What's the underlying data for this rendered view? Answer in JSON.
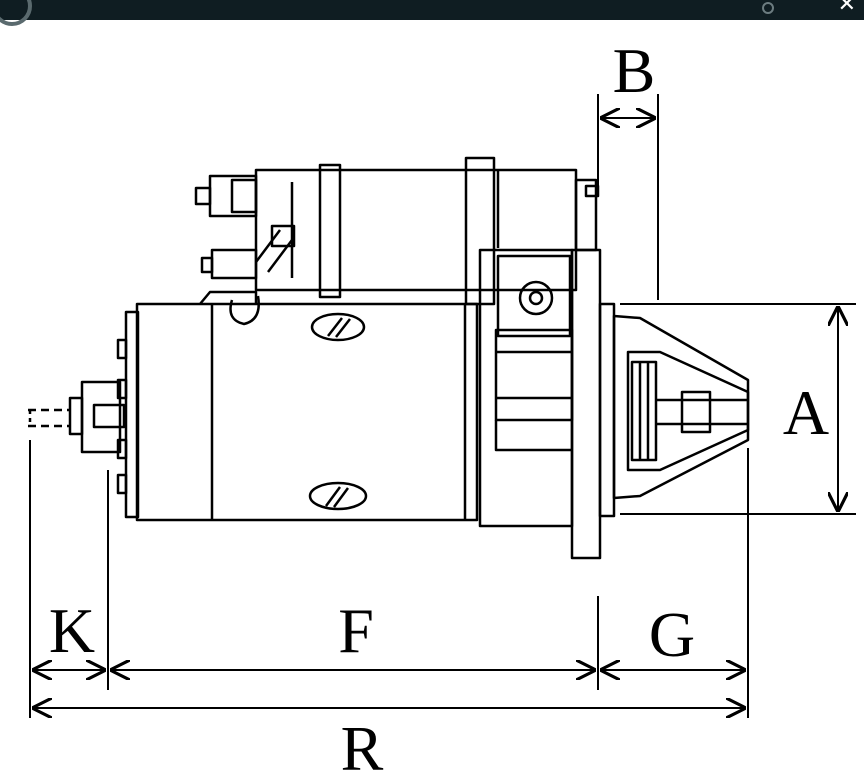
{
  "top_bar": {
    "close_icon": "close-icon",
    "user_icon": "user-icon",
    "refresh_icon": "refresh-icon"
  },
  "labels": {
    "a": "A",
    "b": "B",
    "f": "F",
    "g": "G",
    "k": "K",
    "r": "R"
  },
  "colors": {
    "line": "#000000",
    "background": "#ffffff",
    "top_bar": "#0f1d22"
  }
}
